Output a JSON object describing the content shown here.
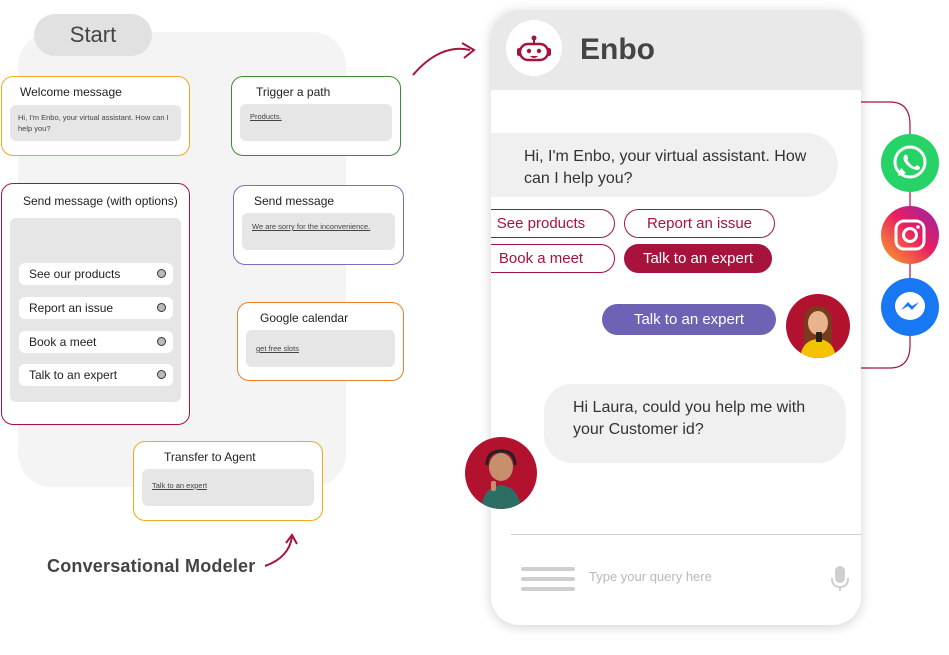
{
  "modeler": {
    "start_label": "Start",
    "welcome": {
      "title": "Welcome message",
      "text": "Hi, I'm Enbo, your virtual assistant. How can I help you?"
    },
    "send_options": {
      "title": "Send message (with options)",
      "options": [
        "See our products",
        "Report an issue",
        "Book a meet",
        "Talk to an expert"
      ]
    },
    "trigger": {
      "title": "Trigger a path",
      "link": "Products."
    },
    "send_message": {
      "title": "Send message",
      "link": "We are sorry for the inconvenience."
    },
    "calendar": {
      "title": "Google calendar",
      "link": "get free slots"
    },
    "transfer": {
      "title": "Transfer to Agent",
      "link": "Talk to an expert"
    },
    "caption": "Conversational Modeler",
    "colors": {
      "orange": "#f0a820",
      "green": "#3c8a34",
      "crimson": "#a8133d",
      "purple": "#7a6cc6",
      "orange2": "#ee7e27"
    }
  },
  "chat": {
    "title": "Enbo",
    "bot_message": "Hi, I'm Enbo, your virtual assistant. How can I help you?",
    "chips": [
      "See products",
      "Report an issue",
      "Book a meet",
      "Talk to an expert"
    ],
    "active_chip": "Talk to an expert",
    "user_reply": "Talk to an expert",
    "agent_message": "Hi Laura, could you help me with your Customer id?",
    "input_placeholder": "Type your query here",
    "colors": {
      "accent": "#a8133d",
      "user_bubble": "#6e62b4",
      "header": "#e9e9e9"
    }
  },
  "social": {
    "icons": [
      "whatsapp-icon",
      "instagram-icon",
      "messenger-icon"
    ],
    "colors": {
      "whatsapp": "#25d366",
      "messenger": "#1877f2"
    }
  }
}
